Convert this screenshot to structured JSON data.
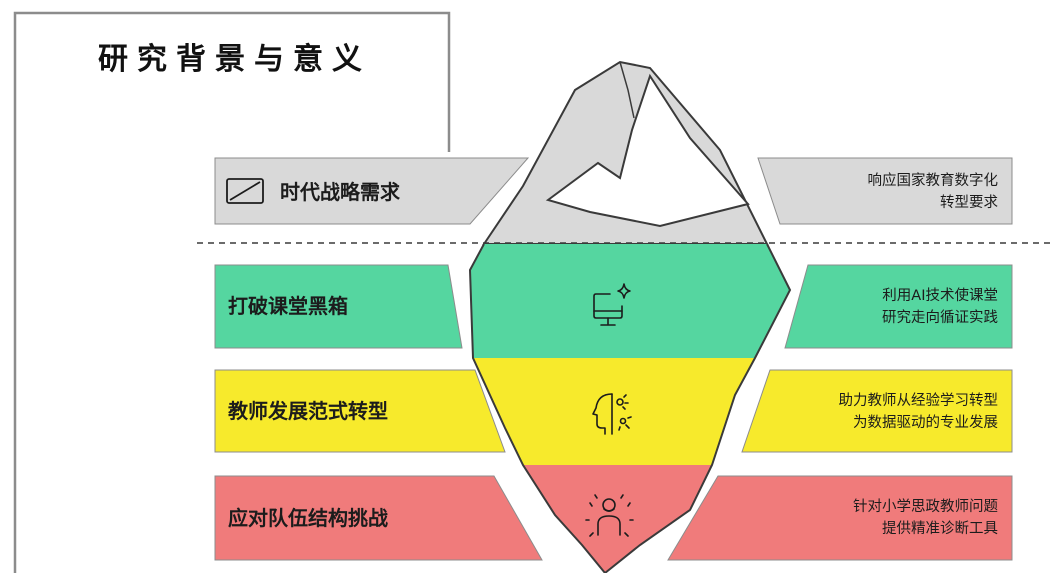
{
  "title": "研究背景与意义",
  "colors": {
    "gray": "#d9d9d9",
    "green": "#55d6a0",
    "yellow": "#f7ea2c",
    "red": "#f07b7b",
    "outline": "#3a3a3a"
  },
  "rows": [
    {
      "label": "时代战略需求",
      "desc": [
        "响应国家教育数字化",
        "转型要求"
      ],
      "icon": "slash-box-icon"
    },
    {
      "label": "打破课堂黑箱",
      "desc": [
        "利用AI技术使课堂",
        "研究走向循证实践"
      ],
      "icon": "monitor-sparkle-icon"
    },
    {
      "label": "教师发展范式转型",
      "desc": [
        "助力教师从经验学习转型",
        "为数据驱动的专业发展"
      ],
      "icon": "head-gears-icon"
    },
    {
      "label": "应对队伍结构挑战",
      "desc": [
        "针对小学思政教师问题",
        "提供精准诊断工具"
      ],
      "icon": "person-sparkle-icon"
    }
  ]
}
